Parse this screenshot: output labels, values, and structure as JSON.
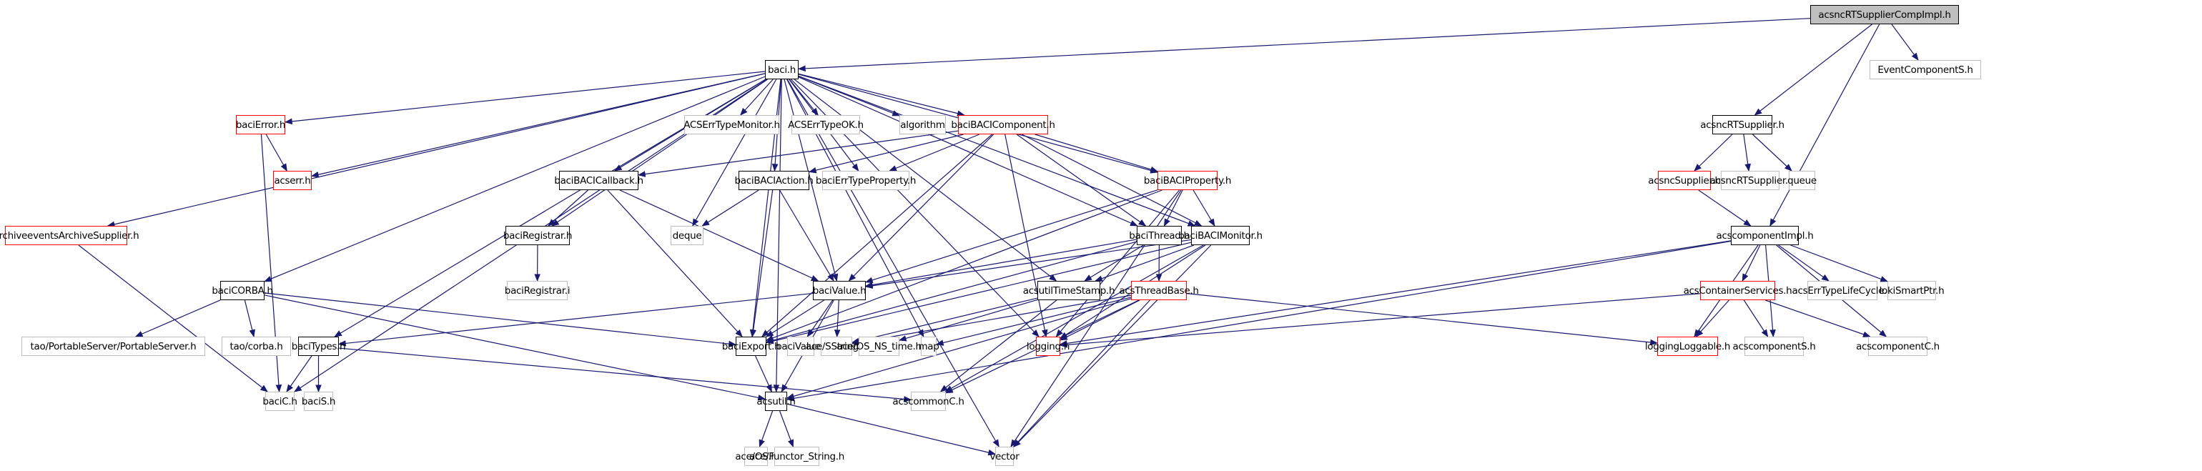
{
  "diagram": {
    "type": "include-dependency-graph",
    "root": "acsncRTSupplierCompImpl.h",
    "colors": {
      "edge": "#191970",
      "documented_border": "#000000",
      "undocumented_border": "#bfbfbf",
      "truncated_border": "#ff0000",
      "root_fill": "#bfbfbf"
    },
    "nodes": [
      {
        "id": "acsncRTSupplierCompImpl",
        "label": "acsncRTSupplierCompImpl.h",
        "kind": "root"
      },
      {
        "id": "baci",
        "label": "baci.h",
        "kind": "documented"
      },
      {
        "id": "EventComponentS",
        "label": "EventComponentS.h",
        "kind": "undocumented"
      },
      {
        "id": "acsncRTSupplier",
        "label": "acsncRTSupplier.h",
        "kind": "documented"
      },
      {
        "id": "baciError",
        "label": "baciError.h",
        "kind": "truncated"
      },
      {
        "id": "ACSErrTypeMonitor",
        "label": "ACSErrTypeMonitor.h",
        "kind": "undocumented"
      },
      {
        "id": "ACSErrTypeOK",
        "label": "ACSErrTypeOK.h",
        "kind": "undocumented"
      },
      {
        "id": "algorithm",
        "label": "algorithm",
        "kind": "undocumented"
      },
      {
        "id": "baciBACIComponent",
        "label": "baciBACIComponent.h",
        "kind": "truncated"
      },
      {
        "id": "acserr",
        "label": "acserr.h",
        "kind": "truncated"
      },
      {
        "id": "baciBACICallback",
        "label": "baciBACICallback.h",
        "kind": "documented"
      },
      {
        "id": "baciBACIAction",
        "label": "baciBACIAction.h",
        "kind": "documented"
      },
      {
        "id": "baciErrTypeProperty",
        "label": "baciErrTypeProperty.h",
        "kind": "undocumented"
      },
      {
        "id": "baciBACIProperty",
        "label": "baciBACIProperty.h",
        "kind": "truncated"
      },
      {
        "id": "acsncSupplier",
        "label": "acsncSupplier.h",
        "kind": "truncated"
      },
      {
        "id": "acsncRTSupplier_i",
        "label": "acsncRTSupplier.i",
        "kind": "undocumented"
      },
      {
        "id": "queue",
        "label": "queue",
        "kind": "undocumented"
      },
      {
        "id": "archiveeventsArchiveSupplier",
        "label": "archiveeventsArchiveSupplier.h",
        "kind": "truncated"
      },
      {
        "id": "baciRegistrar",
        "label": "baciRegistrar.h",
        "kind": "documented"
      },
      {
        "id": "deque",
        "label": "deque",
        "kind": "undocumented"
      },
      {
        "id": "baciThread",
        "label": "baciThread.h",
        "kind": "documented"
      },
      {
        "id": "baciBACIMonitor",
        "label": "baciBACIMonitor.h",
        "kind": "documented"
      },
      {
        "id": "acscomponentImpl",
        "label": "acscomponentImpl.h",
        "kind": "documented"
      },
      {
        "id": "baciRegistrar_i",
        "label": "baciRegistrar.i",
        "kind": "undocumented"
      },
      {
        "id": "baciCORBA",
        "label": "baciCORBA.h",
        "kind": "documented"
      },
      {
        "id": "baciValue",
        "label": "baciValue.h",
        "kind": "documented"
      },
      {
        "id": "acsutilTimeStamp",
        "label": "acsutilTimeStamp.h",
        "kind": "documented"
      },
      {
        "id": "acsThreadBase",
        "label": "acsThreadBase.h",
        "kind": "truncated"
      },
      {
        "id": "acsContainerServices",
        "label": "acsContainerServices.h",
        "kind": "truncated"
      },
      {
        "id": "acsErrTypeLifeCycle",
        "label": "acsErrTypeLifeCycle.h",
        "kind": "undocumented"
      },
      {
        "id": "lokiSmartPtr",
        "label": "lokiSmartPtr.h",
        "kind": "undocumented"
      },
      {
        "id": "tao_PortableServer",
        "label": "tao/PortableServer/PortableServer.h",
        "kind": "undocumented"
      },
      {
        "id": "tao_corba",
        "label": "tao/corba.h",
        "kind": "undocumented"
      },
      {
        "id": "baciTypes",
        "label": "baciTypes.h",
        "kind": "documented"
      },
      {
        "id": "baciExport",
        "label": "baciExport.h",
        "kind": "documented"
      },
      {
        "id": "baciValue_i",
        "label": "baciValue.i",
        "kind": "undocumented"
      },
      {
        "id": "ace_SString",
        "label": "ace/SString.h",
        "kind": "undocumented"
      },
      {
        "id": "ace_OS_NS_time",
        "label": "ace/OS_NS_time.h",
        "kind": "undocumented"
      },
      {
        "id": "map",
        "label": "map",
        "kind": "undocumented"
      },
      {
        "id": "logging",
        "label": "logging.h",
        "kind": "truncated"
      },
      {
        "id": "loggingLoggable",
        "label": "loggingLoggable.h",
        "kind": "truncated"
      },
      {
        "id": "acscomponentS",
        "label": "acscomponentS.h",
        "kind": "undocumented"
      },
      {
        "id": "acscomponentC",
        "label": "acscomponentC.h",
        "kind": "undocumented"
      },
      {
        "id": "baciC",
        "label": "baciC.h",
        "kind": "undocumented"
      },
      {
        "id": "baciS",
        "label": "baciS.h",
        "kind": "undocumented"
      },
      {
        "id": "acsutil",
        "label": "acsutil.h",
        "kind": "documented"
      },
      {
        "id": "acscommonC",
        "label": "acscommonC.h",
        "kind": "undocumented"
      },
      {
        "id": "ace_OS",
        "label": "ace/OS.h",
        "kind": "undocumented"
      },
      {
        "id": "ace_Functor_String",
        "label": "ace/Functor_String.h",
        "kind": "undocumented"
      },
      {
        "id": "vector",
        "label": "vector",
        "kind": "undocumented"
      }
    ],
    "edges": [
      [
        "acsncRTSupplierCompImpl",
        "baci"
      ],
      [
        "acsncRTSupplierCompImpl",
        "EventComponentS"
      ],
      [
        "acsncRTSupplierCompImpl",
        "acsncRTSupplier"
      ],
      [
        "acsncRTSupplierCompImpl",
        "acscomponentImpl"
      ],
      [
        "baci",
        "archiveeventsArchiveSupplier"
      ],
      [
        "baci",
        "baciError"
      ],
      [
        "baci",
        "acserr"
      ],
      [
        "baci",
        "baciC"
      ],
      [
        "baci",
        "baciCORBA"
      ],
      [
        "baci",
        "baciRegistrar"
      ],
      [
        "baci",
        "baciTypes"
      ],
      [
        "baci",
        "acsutil"
      ],
      [
        "baci",
        "baciBACICallback"
      ],
      [
        "baci",
        "baciExport"
      ],
      [
        "baci",
        "deque"
      ],
      [
        "baci",
        "baciBACIAction"
      ],
      [
        "baci",
        "ACSErrTypeMonitor"
      ],
      [
        "baci",
        "ACSErrTypeOK"
      ],
      [
        "baci",
        "baciErrTypeProperty"
      ],
      [
        "baci",
        "algorithm"
      ],
      [
        "baci",
        "baciBACIComponent"
      ],
      [
        "baci",
        "baciValue"
      ],
      [
        "baci",
        "acsutilTimeStamp"
      ],
      [
        "baci",
        "map"
      ],
      [
        "baci",
        "baciThread"
      ],
      [
        "baci",
        "baciBACIProperty"
      ],
      [
        "baci",
        "baciBACIMonitor"
      ],
      [
        "baci",
        "logging"
      ],
      [
        "baci",
        "vector"
      ],
      [
        "baciError",
        "acserr"
      ],
      [
        "baciError",
        "baciC"
      ],
      [
        "archiveeventsArchiveSupplier",
        "baciC"
      ],
      [
        "baciBACIComponent",
        "baciBACICallback"
      ],
      [
        "baciBACIComponent",
        "baciBACIAction"
      ],
      [
        "baciBACIComponent",
        "baciErrTypeProperty"
      ],
      [
        "baciBACIComponent",
        "baciExport"
      ],
      [
        "baciBACIComponent",
        "baciValue"
      ],
      [
        "baciBACIComponent",
        "baciThread"
      ],
      [
        "baciBACIComponent",
        "baciBACIProperty"
      ],
      [
        "baciBACIComponent",
        "baciBACIMonitor"
      ],
      [
        "baciBACIComponent",
        "logging"
      ],
      [
        "baciBACICallback",
        "baciRegistrar"
      ],
      [
        "baciBACICallback",
        "baciValue"
      ],
      [
        "baciBACICallback",
        "baciExport"
      ],
      [
        "baciBACIAction",
        "deque"
      ],
      [
        "baciBACIAction",
        "baciValue"
      ],
      [
        "baciBACIAction",
        "baciExport"
      ],
      [
        "baciBACIProperty",
        "baciValue"
      ],
      [
        "baciBACIProperty",
        "baciExport"
      ],
      [
        "baciBACIProperty",
        "baciThread"
      ],
      [
        "baciBACIProperty",
        "baciBACIMonitor"
      ],
      [
        "baciBACIProperty",
        "logging"
      ],
      [
        "baciBACIProperty",
        "vector"
      ],
      [
        "baciRegistrar",
        "baciRegistrar_i"
      ],
      [
        "baciThread",
        "baciValue"
      ],
      [
        "baciThread",
        "baciExport"
      ],
      [
        "baciThread",
        "acsutilTimeStamp"
      ],
      [
        "baciThread",
        "acsThreadBase"
      ],
      [
        "baciBACIMonitor",
        "baciValue"
      ],
      [
        "baciBACIMonitor",
        "baciExport"
      ],
      [
        "baciBACIMonitor",
        "acsutilTimeStamp"
      ],
      [
        "baciBACIMonitor",
        "logging"
      ],
      [
        "baciBACIMonitor",
        "acscommonC"
      ],
      [
        "baciBACIMonitor",
        "vector"
      ],
      [
        "baciCORBA",
        "tao_PortableServer"
      ],
      [
        "baciCORBA",
        "tao_corba"
      ],
      [
        "baciCORBA",
        "baciExport"
      ],
      [
        "baciCORBA",
        "acsutil"
      ],
      [
        "baciValue",
        "baciTypes"
      ],
      [
        "baciValue",
        "baciExport"
      ],
      [
        "baciValue",
        "baciValue_i"
      ],
      [
        "baciValue",
        "ace_SString"
      ],
      [
        "baciValue",
        "acsutil"
      ],
      [
        "baciTypes",
        "baciC"
      ],
      [
        "baciTypes",
        "baciS"
      ],
      [
        "baciTypes",
        "acscommonC"
      ],
      [
        "baciExport",
        "acsutil"
      ],
      [
        "acsutilTimeStamp",
        "ace_SString"
      ],
      [
        "acsutilTimeStamp",
        "ace_OS_NS_time"
      ],
      [
        "acsutilTimeStamp",
        "acscommonC"
      ],
      [
        "acsThreadBase",
        "ace_SString"
      ],
      [
        "acsThreadBase",
        "map"
      ],
      [
        "acsThreadBase",
        "logging"
      ],
      [
        "acsThreadBase",
        "loggingLoggable"
      ],
      [
        "acsThreadBase",
        "acsutil"
      ],
      [
        "acsThreadBase",
        "acscommonC"
      ],
      [
        "acsThreadBase",
        "vector"
      ],
      [
        "acsutil",
        "ace_OS"
      ],
      [
        "acsutil",
        "ace_Functor_String"
      ],
      [
        "acsutil",
        "vector"
      ],
      [
        "acsncRTSupplier",
        "acsncSupplier"
      ],
      [
        "acsncRTSupplier",
        "acsncRTSupplier_i"
      ],
      [
        "acsncRTSupplier",
        "queue"
      ],
      [
        "acsncSupplier",
        "acscomponentImpl"
      ],
      [
        "acscomponentImpl",
        "logging"
      ],
      [
        "acscomponentImpl",
        "loggingLoggable"
      ],
      [
        "acscomponentImpl",
        "acsutil"
      ],
      [
        "acscomponentImpl",
        "acsContainerServices"
      ],
      [
        "acscomponentImpl",
        "acscomponentS"
      ],
      [
        "acscomponentImpl",
        "acsErrTypeLifeCycle"
      ],
      [
        "acscomponentImpl",
        "lokiSmartPtr"
      ],
      [
        "acscomponentImpl",
        "acscomponentC"
      ],
      [
        "acsContainerServices",
        "logging"
      ],
      [
        "acsContainerServices",
        "loggingLoggable"
      ],
      [
        "acsContainerServices",
        "acscomponentS"
      ],
      [
        "acsContainerServices",
        "acscomponentC"
      ]
    ]
  }
}
